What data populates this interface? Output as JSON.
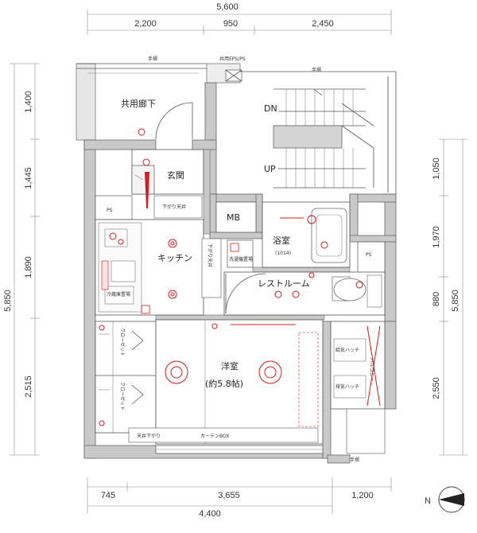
{
  "dimensions": {
    "top_total": "5,600",
    "top_segments": [
      "2,200",
      "950",
      "2,450"
    ],
    "bottom_segments": [
      "745",
      "3,655",
      "1,200"
    ],
    "bottom_total": "4,400",
    "left_total": "5,850",
    "left_segments": [
      "1,400",
      "1,445",
      "1,890",
      "2,515"
    ],
    "right_total": "5,850",
    "right_segments": [
      "1,050",
      "1,970",
      "880",
      "2,550"
    ]
  },
  "rooms": {
    "common_corridor": "共用廊下",
    "entrance": "玄関",
    "kitchen": "キッチン",
    "bath": "浴室",
    "bath_size": "(1014)",
    "restroom": "レストルーム",
    "western_room": "洋室",
    "western_room_size": "(約5.8帖)",
    "mb": "MB",
    "ps_left": "PS",
    "ps_right": "PS",
    "closet_1": "クローゼット",
    "closet_2": "クローゼット",
    "balcony": "バルコニー"
  },
  "stairs": {
    "down": "DN",
    "up": "UP"
  },
  "annotations": {
    "handrail_1": "手摺",
    "handrail_2": "手摺",
    "handrail_3": "手摺",
    "top_equipment": "共用EPS/PS",
    "washer": "洗濯機置場",
    "ceiling_bottom": "天井下がり",
    "sash_bottom": "カーテンBOX",
    "fridge": "冷蔵庫置場",
    "ceiling_note_1": "下がり天井",
    "ceiling_note_2": "下がり天井",
    "vent_1": "給気ハッチ",
    "vent_2": "排気ハッチ"
  },
  "compass": {
    "north": "N"
  }
}
